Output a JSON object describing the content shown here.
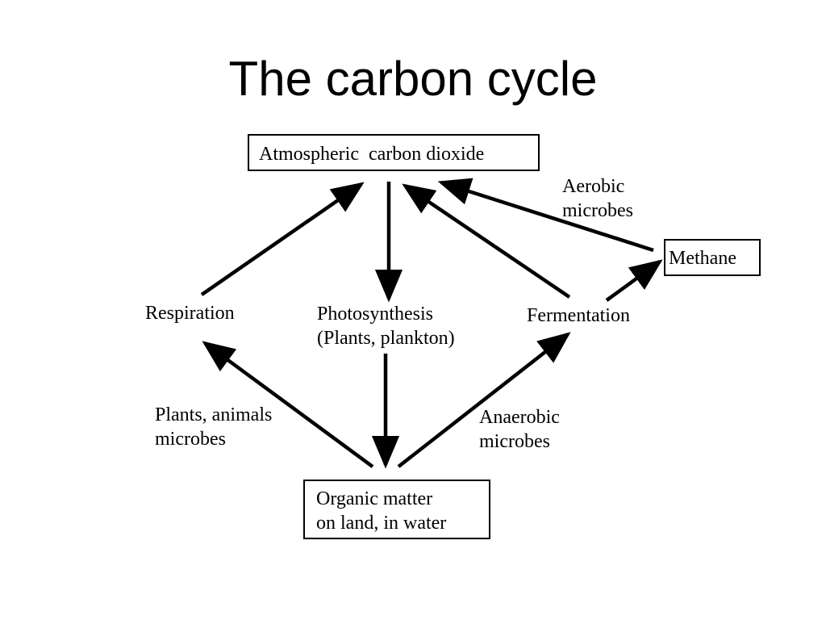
{
  "slide": {
    "title": "The carbon cycle"
  },
  "nodes": {
    "atmosphere": "Atmospheric  carbon dioxide",
    "methane": "Methane",
    "organic_matter": [
      "Organic matter",
      "on land, in water"
    ],
    "respiration": "Respiration",
    "photosynthesis": [
      "Photosynthesis",
      "(Plants, plankton)"
    ],
    "fermentation": "Fermentation"
  },
  "edge_labels": {
    "aerobic": [
      "Aerobic",
      "microbes"
    ],
    "plants_animals": [
      "Plants, animals",
      "microbes"
    ],
    "anaerobic": [
      "Anaerobic",
      "microbes"
    ]
  },
  "colors": {
    "ink": "#000000",
    "background": "#ffffff"
  }
}
